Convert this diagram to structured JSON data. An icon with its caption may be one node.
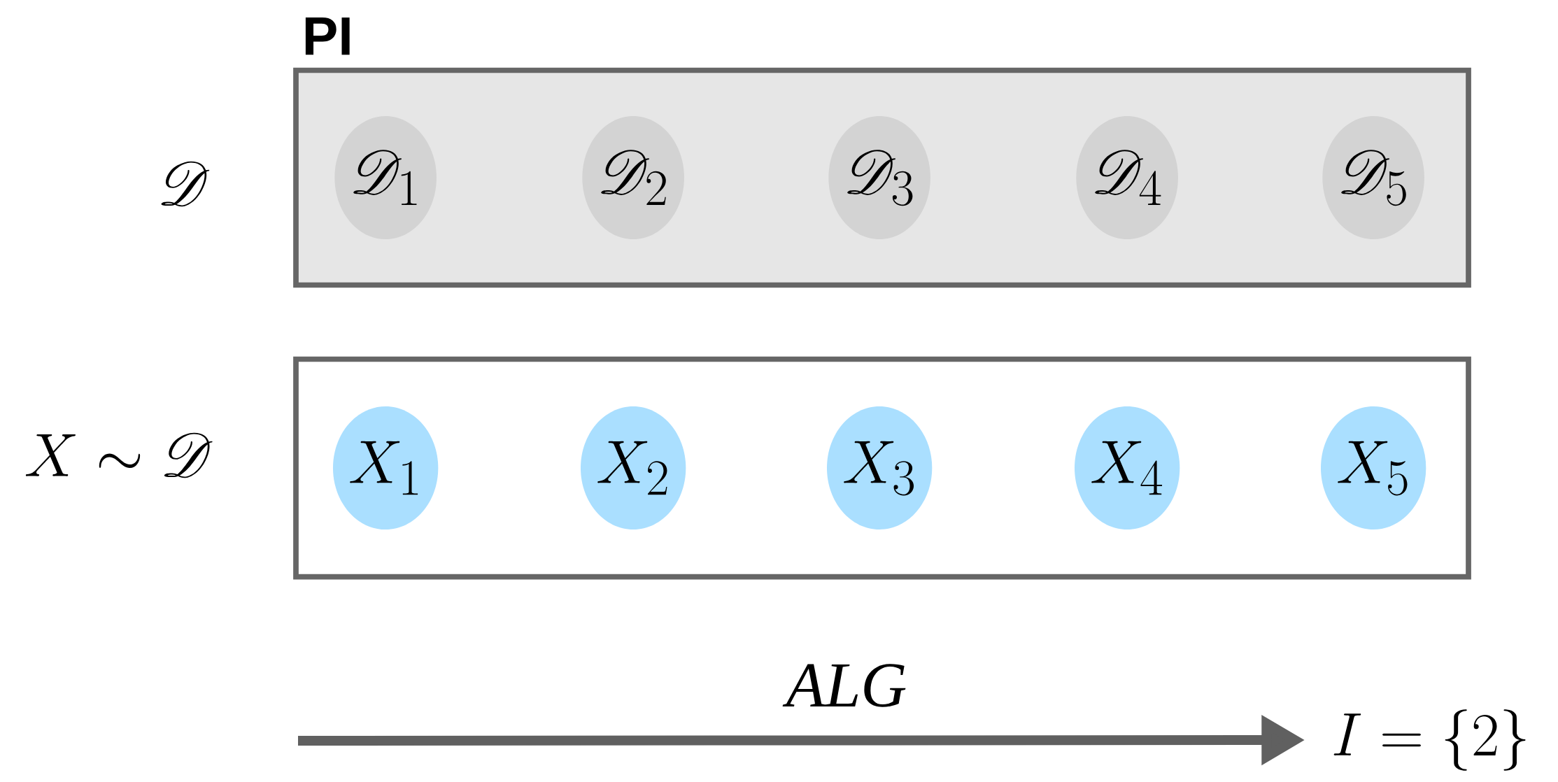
{
  "diagram": {
    "nodes": [
      {
        "text": [
          "PI"
        ]
      },
      {
        "text": [
          "\\mathscr{D}_1"
        ],
        "in": 0
      },
      {
        "text": [
          "\\mathscr{D}_2"
        ],
        "in": 0
      },
      {
        "text": [
          "\\mathscr{D}_3"
        ],
        "in": 0
      },
      {
        "text": [
          "\\mathscr{D}_4"
        ],
        "in": 0
      },
      {
        "text": [
          "\\mathscr{D}_5"
        ],
        "in": 0
      },
      {
        "text": [],
        "shape": "box"
      },
      {
        "text": [
          "X_1"
        ],
        "in": 6
      },
      {
        "text": [
          "X_2"
        ],
        "in": 6
      },
      {
        "text": [
          "X_3"
        ],
        "in": 6
      },
      {
        "text": [
          "X_4"
        ],
        "in": 6
      },
      {
        "text": [
          "X_5"
        ],
        "in": 6
      },
      {
        "text": [
          "I = \\{2\\}"
        ]
      }
    ],
    "edges": [
      {
        "from": null,
        "to": 12,
        "arrow": "to",
        "label": "ALG"
      }
    ],
    "labels": [
      "\\mathscr{D}",
      "X \\sim \\mathscr{D}"
    ]
  }
}
